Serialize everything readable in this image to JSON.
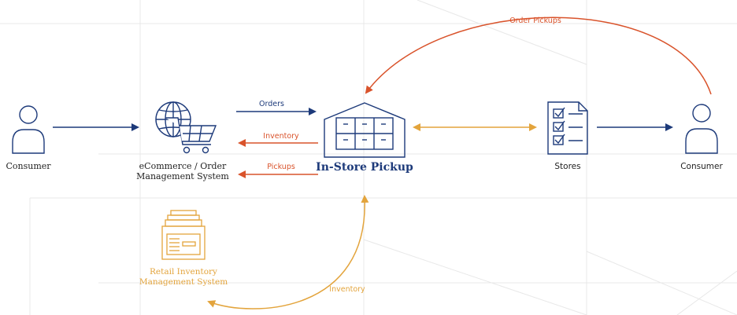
{
  "nodes": {
    "consumer_left": "Consumer",
    "ecommerce_line1": "eCommerce / Order",
    "ecommerce_line2": "Management System",
    "instore": "In-Store Pickup",
    "stores": "Stores",
    "consumer_right": "Consumer",
    "retail_line1": "Retail Inventory",
    "retail_line2": "Management System"
  },
  "edges": {
    "orders": "Orders",
    "inventory_top": "Inventory",
    "pickups": "Pickups",
    "order_pickups": "Order Pickups",
    "inventory_bottom": "Inventory"
  },
  "colors": {
    "navy": "#1d3a7a",
    "orange": "#d9532b",
    "gold": "#e3a43c",
    "grid": "#e6e6e6"
  },
  "icons": [
    "person-icon",
    "globe-cart-icon",
    "warehouse-icon",
    "checklist-icon",
    "person-icon",
    "filing-cabinet-icon"
  ]
}
